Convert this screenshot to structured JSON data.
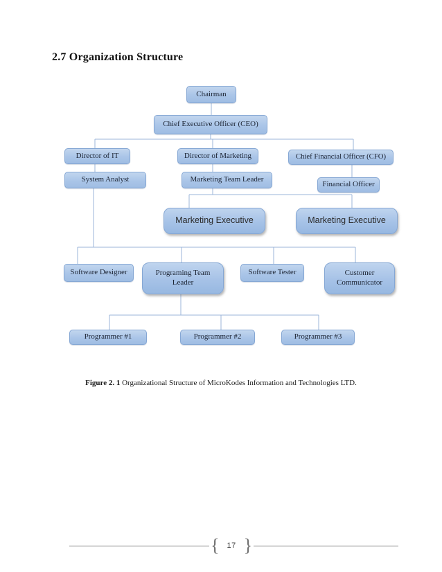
{
  "page": {
    "heading": "2.7 Organization Structure",
    "page_number": "17"
  },
  "figure": {
    "label": "Figure 2. 1",
    "text": "Organizational Structure of MicroKodes Information and Technologies LTD."
  },
  "colors": {
    "box_fill": "#aac5e8",
    "box_border": "#85a7d4",
    "connector": "#9bb5da",
    "footer_gray": "#7f7f7f"
  },
  "org_chart": {
    "type": "org-tree",
    "nodes": [
      {
        "id": "chairman",
        "label": "Chairman"
      },
      {
        "id": "ceo",
        "label": "Chief Executive Officer (CEO)"
      },
      {
        "id": "director-it",
        "label": "Director of IT"
      },
      {
        "id": "director-marketing",
        "label": "Director of Marketing"
      },
      {
        "id": "cfo",
        "label": "Chief Financial Officer (CFO)"
      },
      {
        "id": "system-analyst",
        "label": "System Analyst"
      },
      {
        "id": "marketing-team-leader",
        "label": "Marketing Team Leader"
      },
      {
        "id": "financial-officer",
        "label": "Financial Officer"
      },
      {
        "id": "marketing-executive-1",
        "label": "Marketing Executive"
      },
      {
        "id": "marketing-executive-2",
        "label": "Marketing Executive"
      },
      {
        "id": "software-designer",
        "label": "Software Designer"
      },
      {
        "id": "programing-team-leader",
        "label": "Programing Team Leader"
      },
      {
        "id": "software-tester",
        "label": "Software Tester"
      },
      {
        "id": "customer-communicator",
        "label": "Customer Communicator"
      },
      {
        "id": "programmer-1",
        "label": "Programmer #1"
      },
      {
        "id": "programmer-2",
        "label": "Programmer #2"
      },
      {
        "id": "programmer-3",
        "label": "Programmer #3"
      }
    ],
    "edges": [
      {
        "from": "chairman",
        "to": "ceo"
      },
      {
        "from": "ceo",
        "to": "director-it"
      },
      {
        "from": "ceo",
        "to": "director-marketing"
      },
      {
        "from": "ceo",
        "to": "cfo"
      },
      {
        "from": "director-it",
        "to": "system-analyst"
      },
      {
        "from": "director-marketing",
        "to": "marketing-team-leader"
      },
      {
        "from": "cfo",
        "to": "financial-officer"
      },
      {
        "from": "marketing-team-leader",
        "to": "marketing-executive-1"
      },
      {
        "from": "marketing-team-leader",
        "to": "marketing-executive-2"
      },
      {
        "from": "system-analyst",
        "to": "software-designer"
      },
      {
        "from": "system-analyst",
        "to": "programing-team-leader"
      },
      {
        "from": "system-analyst",
        "to": "software-tester"
      },
      {
        "from": "system-analyst",
        "to": "customer-communicator"
      },
      {
        "from": "programing-team-leader",
        "to": "programmer-1"
      },
      {
        "from": "programing-team-leader",
        "to": "programmer-2"
      },
      {
        "from": "programing-team-leader",
        "to": "programmer-3"
      }
    ]
  }
}
